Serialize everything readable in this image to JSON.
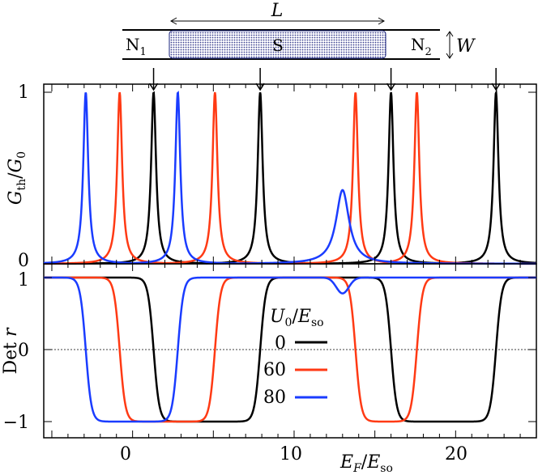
{
  "device": {
    "length_label": "L",
    "width_label": "W",
    "left_lead": "N",
    "left_lead_sub": "1",
    "right_lead": "N",
    "right_lead_sub": "2",
    "middle": "S"
  },
  "chart_data": [
    {
      "type": "line",
      "panel": "top",
      "ylabel": "G_th/G_0",
      "xlim": [
        -5.5,
        25
      ],
      "ylim": [
        0,
        1
      ],
      "yticks": [
        0,
        1
      ],
      "grid": false,
      "series": [
        {
          "name": "0",
          "color": "#000000",
          "x_peaks": [
            1.3,
            7.9,
            16.0,
            22.5
          ],
          "peak_height": [
            1,
            1,
            1,
            1
          ]
        },
        {
          "name": "60",
          "color": "#ff3a14",
          "x_peaks": [
            -0.8,
            5.1,
            13.8,
            17.6
          ],
          "peak_height": [
            1,
            1,
            1,
            1
          ]
        },
        {
          "name": "80",
          "color": "#1a3cff",
          "x_peaks": [
            -2.9,
            2.8,
            13.0
          ],
          "peak_height": [
            1,
            1,
            0.43
          ]
        }
      ],
      "annotations": {
        "arrows_at_x": [
          1.3,
          7.9,
          16.0,
          22.5
        ]
      }
    },
    {
      "type": "line",
      "panel": "bottom",
      "ylabel": "Det r",
      "xlabel": "E_F/E_so",
      "xlim": [
        -5.5,
        25
      ],
      "ylim": [
        -1.1,
        1.1
      ],
      "yticks": [
        -1,
        0,
        1
      ],
      "xticks": [
        0,
        10,
        20
      ],
      "reference_line": 0,
      "legend_title": "U_0/E_so",
      "legend_position": "center",
      "series": [
        {
          "name": "0",
          "color": "#000000",
          "transitions": [
            1.3,
            7.9,
            16.0,
            22.5
          ]
        },
        {
          "name": "60",
          "color": "#ff3a14",
          "transitions": [
            -0.8,
            5.1,
            13.8,
            17.6
          ]
        },
        {
          "name": "80",
          "color": "#1a3cff",
          "transitions": [
            -2.9,
            2.8
          ],
          "dip": {
            "x": 13.0,
            "min": 0.78
          }
        }
      ]
    }
  ],
  "labels": {
    "top_ylabel_main": "G",
    "top_ylabel_sub": "th",
    "top_ylabel_den": "G",
    "top_ylabel_den_sub": "0",
    "bottom_ylabel_main": "Det",
    "bottom_ylabel_var": "r",
    "xlabel_main": "E",
    "xlabel_sub": "F",
    "xlabel_den": "E",
    "xlabel_den_sub": "so",
    "legend_title_main": "U",
    "legend_title_sub": "0",
    "legend_title_den": "E",
    "legend_title_den_sub": "so",
    "legend_entries": [
      "0",
      "60",
      "80"
    ],
    "top_yticks": [
      "1",
      "0"
    ],
    "bottom_yticks": [
      "1",
      "0",
      "−1"
    ],
    "xticks": [
      "0",
      "10",
      "20"
    ]
  }
}
